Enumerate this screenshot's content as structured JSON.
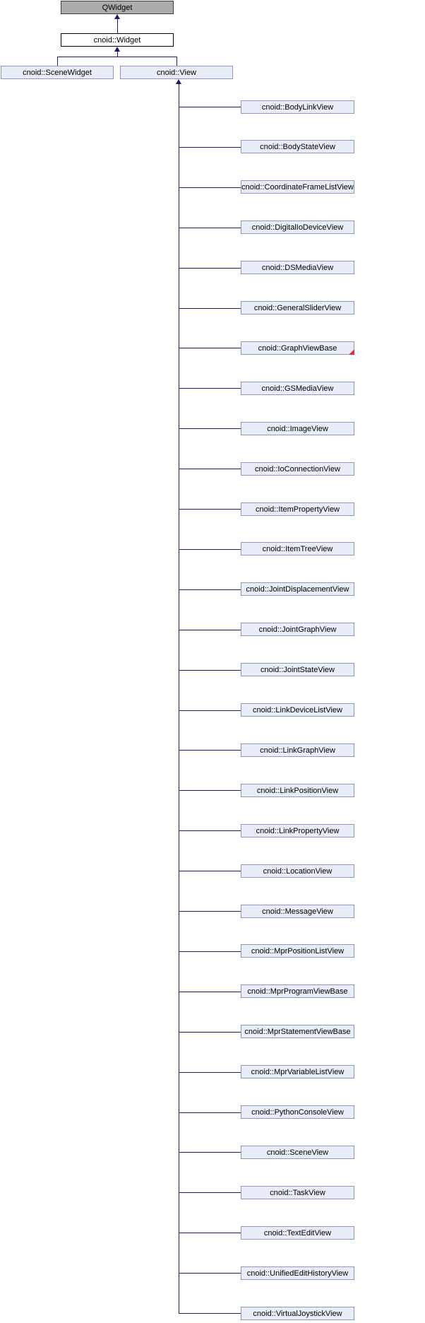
{
  "nodes": {
    "qwidget": "QWidget",
    "widget": "cnoid::Widget",
    "scene_widget": "cnoid::SceneWidget",
    "view": "cnoid::View"
  },
  "view_subclasses": [
    "cnoid::BodyLinkView",
    "cnoid::BodyStateView",
    "cnoid::CoordinateFrameListView",
    "cnoid::DigitalIoDeviceView",
    "cnoid::DSMediaView",
    "cnoid::GeneralSliderView",
    "cnoid::GraphViewBase",
    "cnoid::GSMediaView",
    "cnoid::ImageView",
    "cnoid::IoConnectionView",
    "cnoid::ItemPropertyView",
    "cnoid::ItemTreeView",
    "cnoid::JointDisplacementView",
    "cnoid::JointGraphView",
    "cnoid::JointStateView",
    "cnoid::LinkDeviceListView",
    "cnoid::LinkGraphView",
    "cnoid::LinkPositionView",
    "cnoid::LinkPropertyView",
    "cnoid::LocationView",
    "cnoid::MessageView",
    "cnoid::MprPositionListView",
    "cnoid::MprProgramViewBase",
    "cnoid::MprStatementViewBase",
    "cnoid::MprVariableListView",
    "cnoid::PythonConsoleView",
    "cnoid::SceneView",
    "cnoid::TaskView",
    "cnoid::TextEditView",
    "cnoid::UnifiedEditHistoryView",
    "cnoid::VirtualJoystickView"
  ],
  "truncated_node": "cnoid::GraphViewBase",
  "colors": {
    "edge": "#191970",
    "root_fill": "#ababab",
    "root_border": "#404040",
    "base_fill": "#ffffff",
    "base_border": "#000000",
    "child_fill": "#e8edf7",
    "child_border": "#8b99c2",
    "truncation_marker": "#e03232",
    "background": "#ffffff",
    "text": "#000000"
  }
}
